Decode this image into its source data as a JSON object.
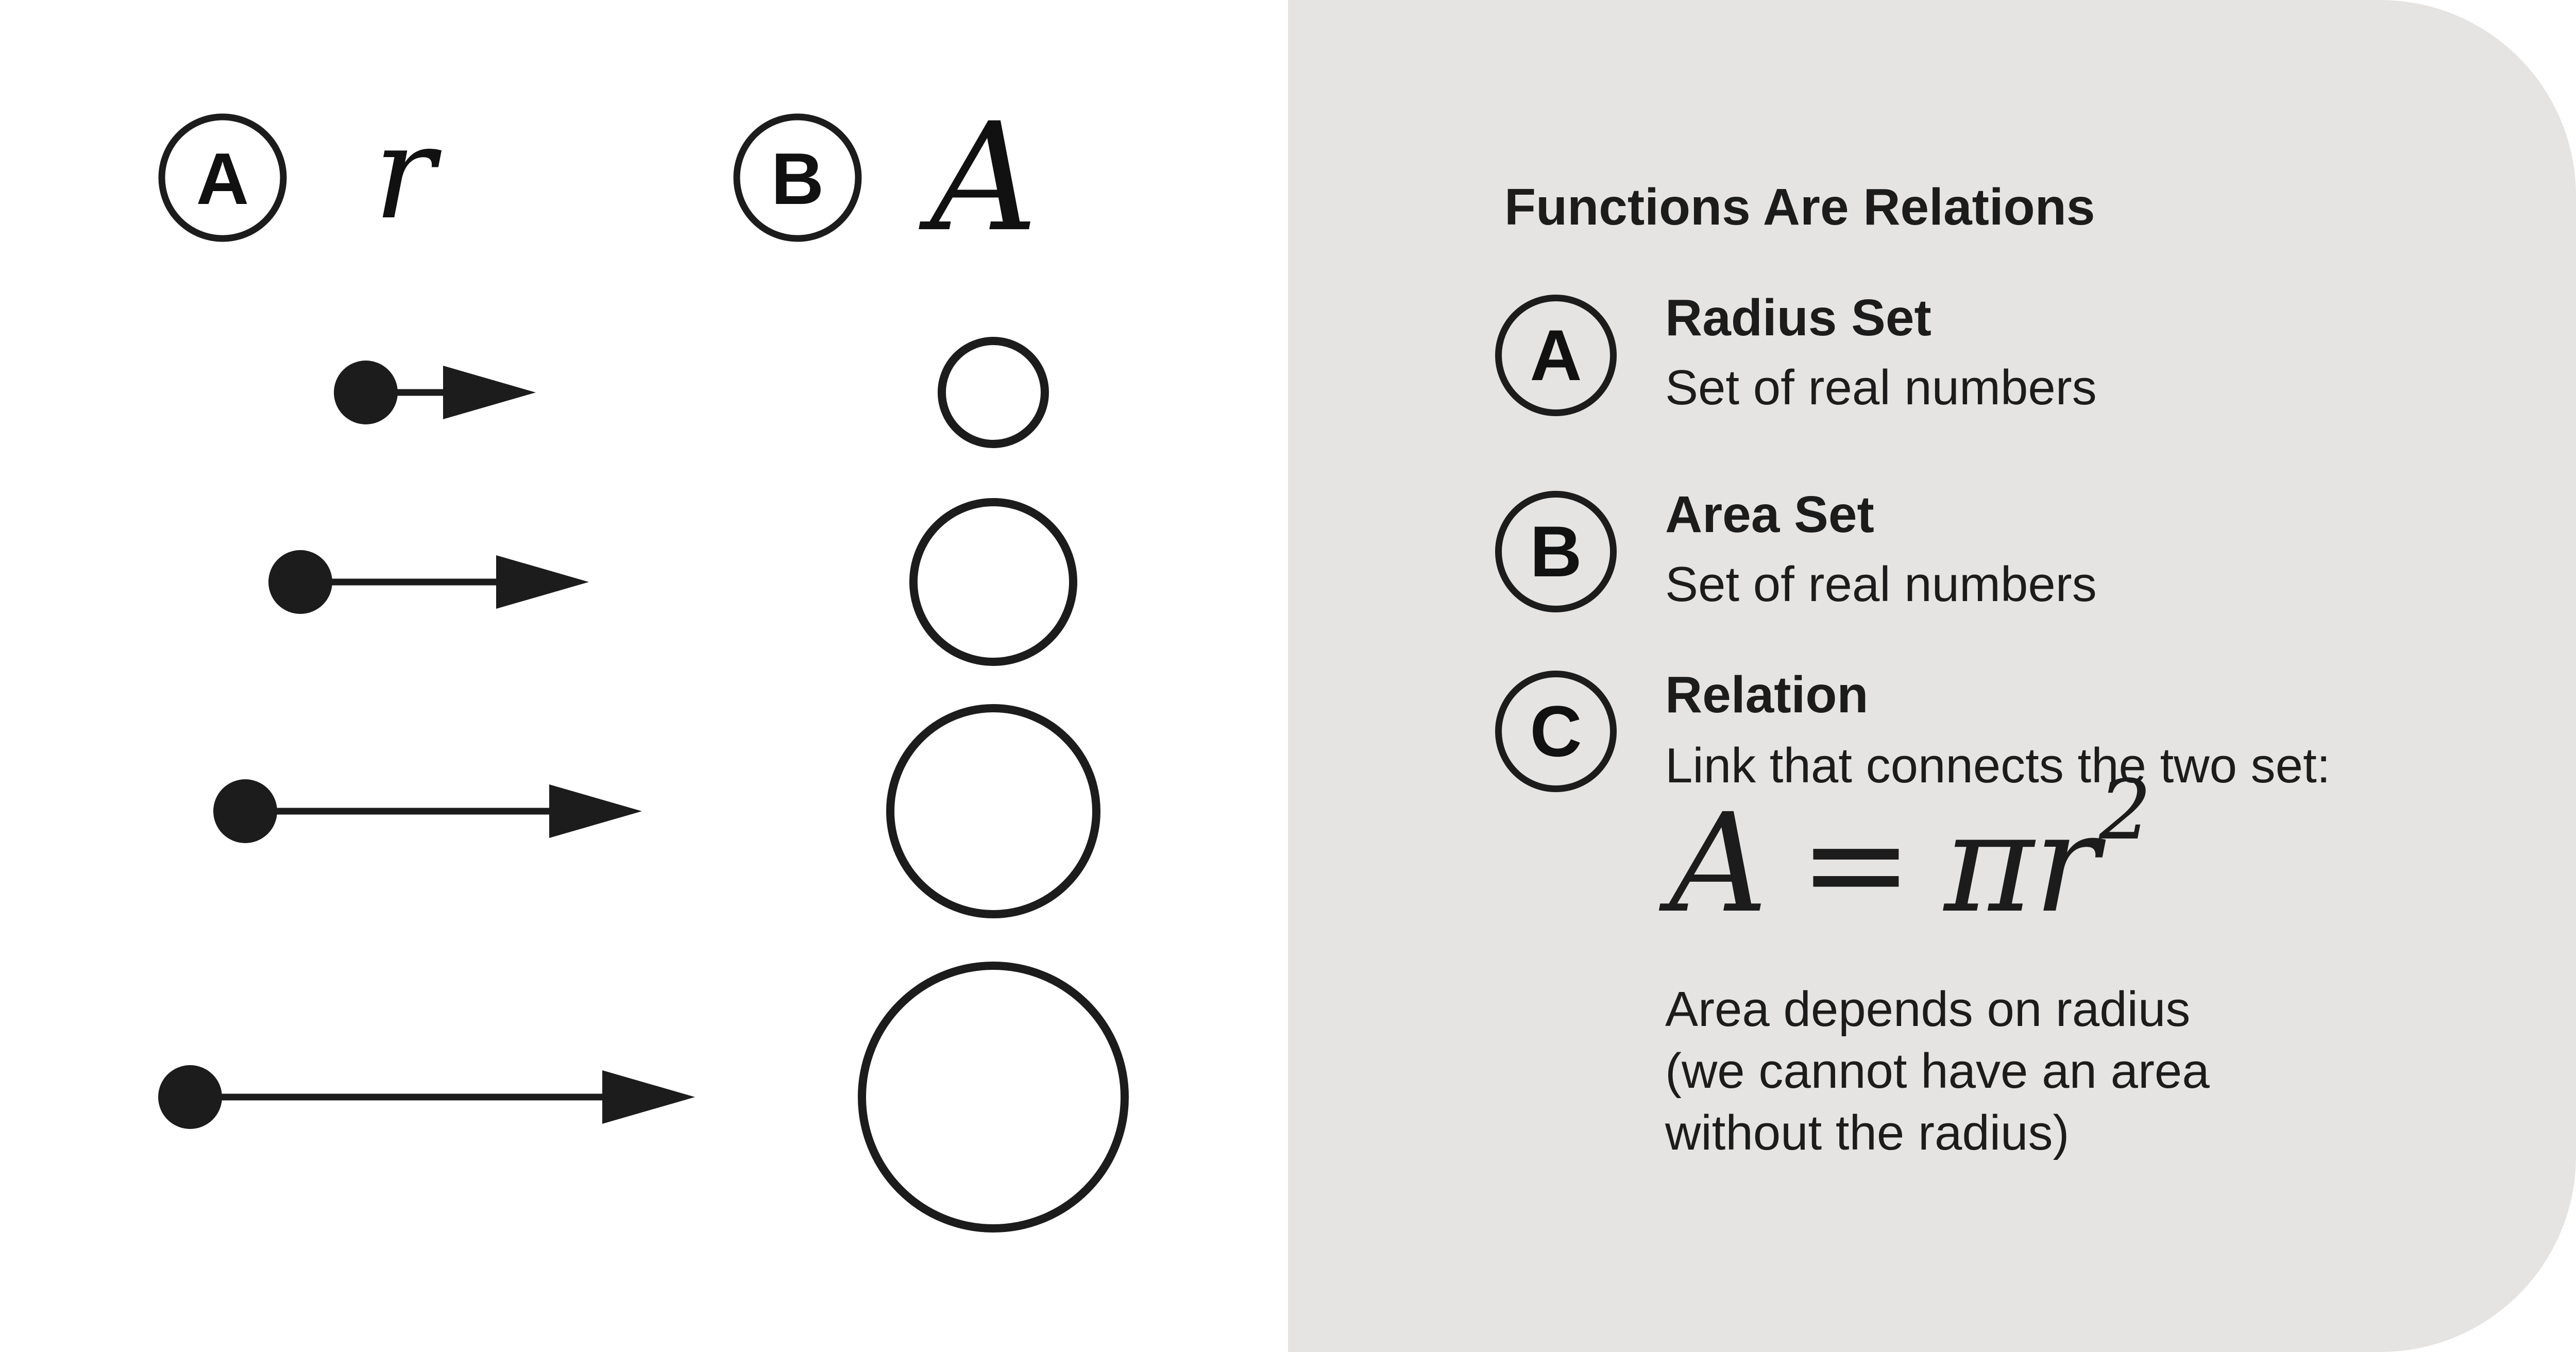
{
  "diagram": {
    "set_a": {
      "badge": "A",
      "symbol": "r"
    },
    "set_b": {
      "badge": "B",
      "symbol": "A"
    },
    "mappings": [
      {
        "radius_level": 1
      },
      {
        "radius_level": 2
      },
      {
        "radius_level": 3
      },
      {
        "radius_level": 4
      }
    ]
  },
  "panel": {
    "title": "Functions Are Relations",
    "items": [
      {
        "badge": "A",
        "title": "Radius Set",
        "description": "Set of real numbers"
      },
      {
        "badge": "B",
        "title": "Area Set",
        "description": "Set of real numbers"
      },
      {
        "badge": "C",
        "title": "Relation",
        "description": "Link that connects the two set:"
      }
    ],
    "formula": {
      "lhs": "A",
      "equals": "=",
      "pi": "π",
      "r": "r",
      "exp": "2"
    },
    "note_lines": [
      "Area depends on radius",
      "(we cannot have an area",
      "without the radius)"
    ]
  },
  "colors": {
    "ink": "#1c1c1c",
    "panel_bg": "#e5e4e2",
    "background": "#ffffff"
  }
}
